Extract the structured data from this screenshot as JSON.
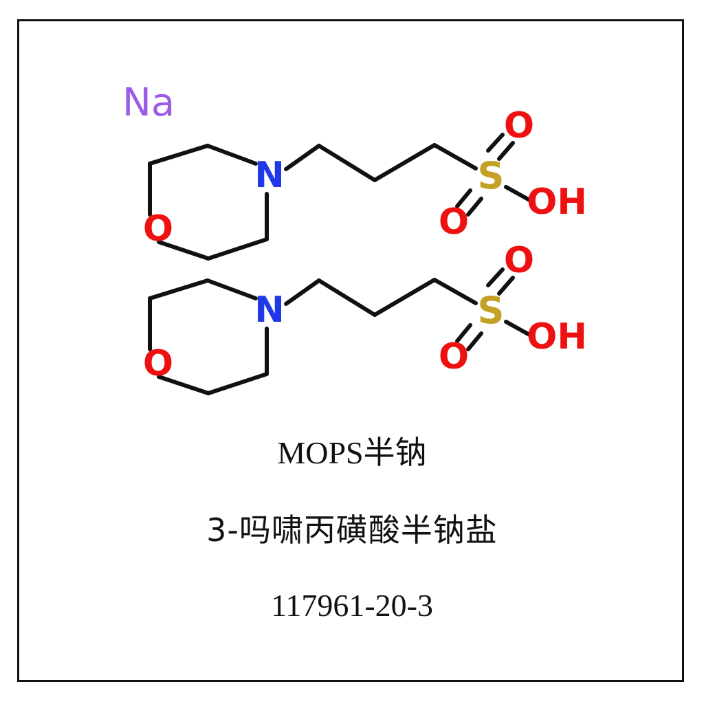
{
  "document": {
    "background_color": "#ffffff",
    "border_color": "#111111"
  },
  "colors": {
    "bond": "#111111",
    "nitrogen": "#2038E8",
    "oxygen": "#EE1111",
    "sulfur": "#C3A125",
    "sodium": "#9B5CE8",
    "text": "#111111"
  },
  "structure": {
    "counter_ion": {
      "label": "Na",
      "color": "#9B5CE8"
    },
    "molecules": [
      {
        "id": "mops-anion-upper",
        "atom_labels": {
          "ring_nitrogen": "N",
          "ring_oxygen": "O",
          "sulfur": "S",
          "sulfonyl_oxygen_top": "O",
          "sulfonyl_oxygen_bottom": "O",
          "hydroxyl": "OH"
        }
      },
      {
        "id": "mops-acid-lower",
        "atom_labels": {
          "ring_nitrogen": "N",
          "ring_oxygen": "O",
          "sulfur": "S",
          "sulfonyl_oxygen_top": "O",
          "sulfonyl_oxygen_bottom": "O",
          "hydroxyl": "OH"
        }
      }
    ]
  },
  "caption": {
    "product_name": "MOPS半钠",
    "chemical_name_cn": "3-吗啸丙磺酸半钠盐",
    "cas_number": "117961-20-3"
  }
}
